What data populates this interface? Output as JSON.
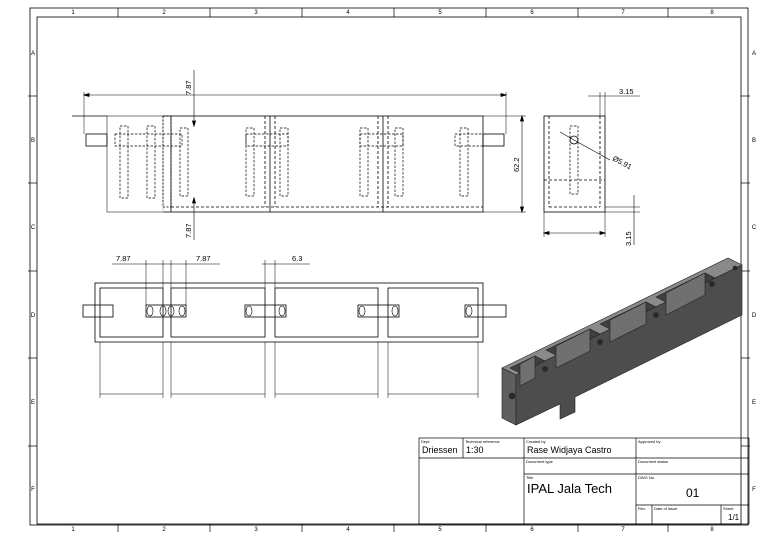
{
  "zones": {
    "columns": [
      "1",
      "2",
      "3",
      "4",
      "5",
      "6",
      "7",
      "8"
    ],
    "rows": [
      "A",
      "B",
      "C",
      "D",
      "E",
      "F"
    ]
  },
  "dimensions": {
    "top_width": "7.87",
    "right_wall": "3.15",
    "hole_dia": "Ø5.91",
    "height": "62.2",
    "bottom_wall": "3.15",
    "left_gap": "7.87",
    "plan_a": "7.87",
    "plan_b": "7.87",
    "plan_c": "6.3"
  },
  "title_block": {
    "dept_label": "Dept.",
    "dept_value": "Driessen",
    "techref_label": "Technical reference",
    "techref_value": "1:30",
    "created_label": "Created by",
    "created_value": "Rase Widjaya Castro",
    "approved_label": "Approved by",
    "doctype_label": "Document type",
    "docstatus_label": "Document status",
    "title_label": "Title",
    "title_value": "IPAL Jala Tech",
    "dwg_label": "DWG No.",
    "dwg_value": "01",
    "rev_label": "Rev.",
    "date_label": "Date of issue",
    "sheet_label": "Sheet",
    "sheet_value": "1/1"
  },
  "colors": {
    "line": "#000000",
    "box_face": "#5f5f5f",
    "box_dark": "#3f3f3f",
    "box_light": "#8a8a8a"
  }
}
